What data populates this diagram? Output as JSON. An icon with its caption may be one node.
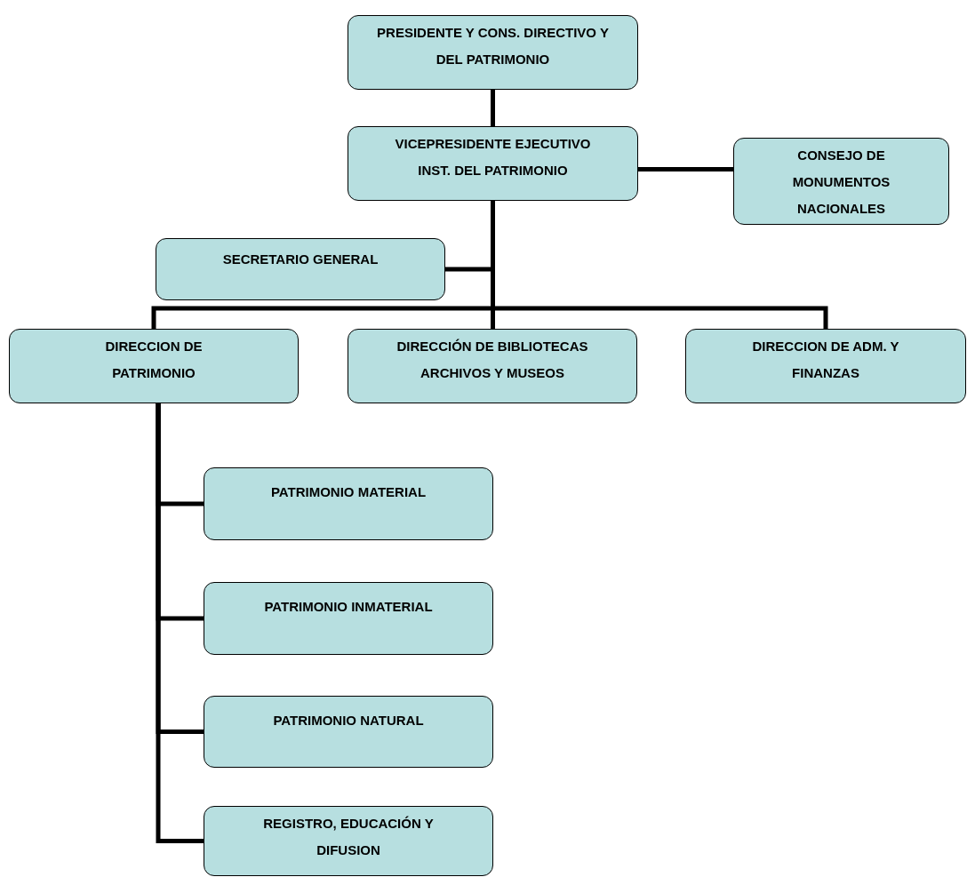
{
  "diagram": {
    "nodes": [
      {
        "text": [
          "PRESIDENTE Y CONS. DIRECTIVO Y DEL PATRIMONIO"
        ]
      },
      {
        "text": [
          "VICEPRESIDENTE EJECUTIVO INST. DEL PATRIMONIO"
        ]
      },
      {
        "text": [
          "CONSEJO DE MONUMENTOS NACIONALES"
        ]
      },
      {
        "text": [
          "SECRETARIO GENERAL"
        ]
      },
      {
        "text": [
          "DIRECCION DE PATRIMONIO"
        ]
      },
      {
        "text": [
          "DIRECCIÓN DE BIBLIOTECAS ARCHIVOS Y MUSEOS"
        ]
      },
      {
        "text": [
          "DIRECCION DE ADM. Y FINANZAS"
        ]
      },
      {
        "text": [
          "PATRIMONIO MATERIAL"
        ]
      },
      {
        "text": [
          "PATRIMONIO INMATERIAL"
        ]
      },
      {
        "text": [
          "PATRIMONIO NATURAL"
        ]
      },
      {
        "text": [
          "REGISTRO, EDUCACIÓN Y DIFUSION"
        ]
      }
    ],
    "edges": [
      {
        "from": 0,
        "to": 1,
        "arrow": "none"
      },
      {
        "from": 1,
        "to": 2,
        "arrow": "none"
      },
      {
        "from": 1,
        "to": 3,
        "arrow": "none"
      },
      {
        "from": 1,
        "to": 4,
        "arrow": "none"
      },
      {
        "from": 1,
        "to": 5,
        "arrow": "none"
      },
      {
        "from": 1,
        "to": 6,
        "arrow": "none"
      },
      {
        "from": 4,
        "to": 7,
        "arrow": "none"
      },
      {
        "from": 4,
        "to": 8,
        "arrow": "none"
      },
      {
        "from": 4,
        "to": 9,
        "arrow": "none"
      },
      {
        "from": 4,
        "to": 10,
        "arrow": "none"
      }
    ]
  }
}
